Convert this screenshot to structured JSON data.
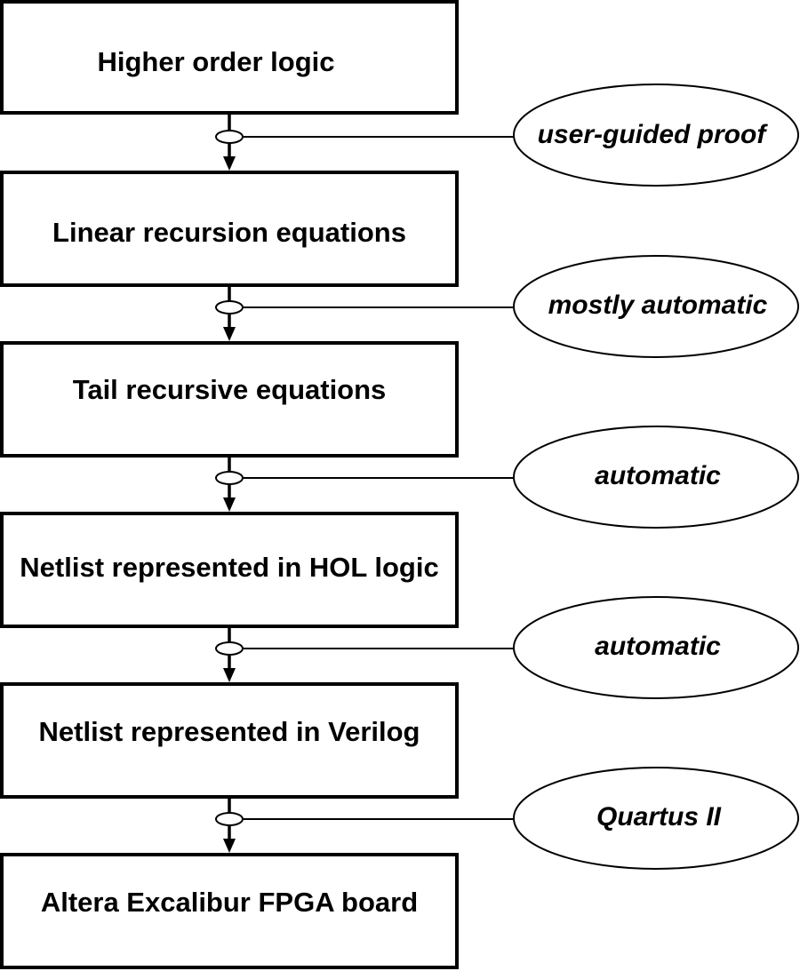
{
  "stages": [
    {
      "label": "Higher order logic"
    },
    {
      "label": "Linear recursion equations"
    },
    {
      "label": "Tail recursive equations"
    },
    {
      "label": "Netlist represented in HOL logic"
    },
    {
      "label": "Netlist represented in Verilog"
    },
    {
      "label": "Altera Excalibur FPGA board"
    }
  ],
  "transitions": [
    {
      "label": "user-guided proof"
    },
    {
      "label": "mostly automatic"
    },
    {
      "label": "automatic"
    },
    {
      "label": "automatic"
    },
    {
      "label": "Quartus II"
    }
  ]
}
